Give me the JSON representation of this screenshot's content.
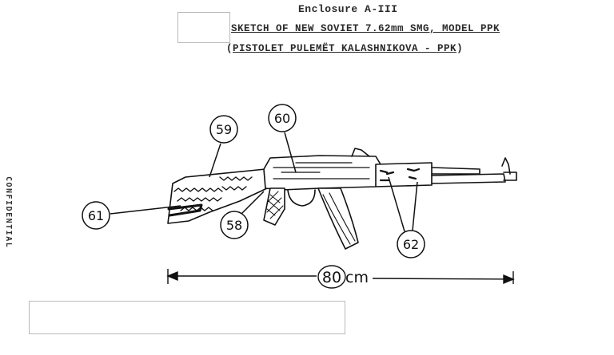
{
  "header": {
    "enclosure": "Enclosure A-III",
    "sketch_title": "SKETCH OF NEW SOVIET 7.62mm SMG, MODEL PPK",
    "subtitle_open": "(",
    "subtitle_inner": "PISTOLET PULEMËT KALASHNIKOVA - PPK",
    "subtitle_close": ")"
  },
  "margin_stamp": "CONFIDENTIAL",
  "callouts": {
    "c59": "59",
    "c60": "60",
    "c61": "61",
    "c58": "58",
    "c62": "62"
  },
  "dimension": {
    "value": "80",
    "unit": "cm"
  },
  "redactions": [
    "top-redaction-box",
    "bottom-redaction-box"
  ]
}
